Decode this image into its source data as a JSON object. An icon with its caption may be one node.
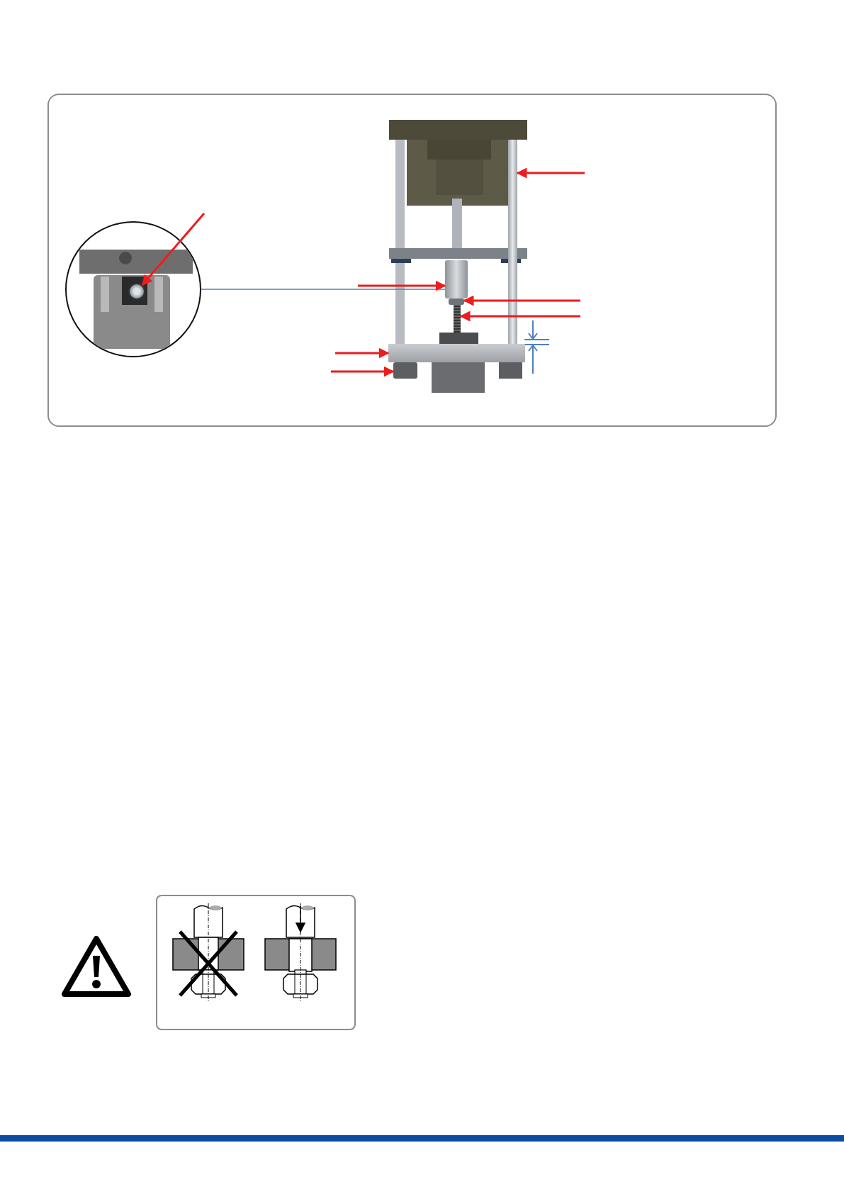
{
  "diagram": {
    "nodes": [
      {
        "text": [],
        "shape": "bar"
      },
      {
        "text": [],
        "shape": "circle"
      },
      {
        "text": [],
        "shape": "circle",
        "in": 1
      },
      {
        "text": [],
        "shape": "box"
      },
      {
        "text": [],
        "shape": "box"
      },
      {
        "text": [],
        "shape": "bar"
      },
      {
        "text": [],
        "shape": "bar"
      },
      {
        "text": [],
        "shape": "box"
      }
    ],
    "edges": [
      {
        "from": null,
        "to": 0,
        "arrow": "to"
      },
      {
        "from": null,
        "to": 2,
        "arrow": "to"
      },
      {
        "from": 1,
        "to": 3,
        "arrow": "none",
        "color": "#4f81bd"
      },
      {
        "from": null,
        "to": 3,
        "arrow": "to"
      },
      {
        "from": null,
        "to": 4,
        "arrow": "to"
      },
      {
        "from": null,
        "to": 5,
        "arrow": "to"
      },
      {
        "from": null,
        "to": 6,
        "arrow": "to"
      },
      {
        "from": null,
        "to": 7,
        "arrow": "to"
      }
    ]
  }
}
